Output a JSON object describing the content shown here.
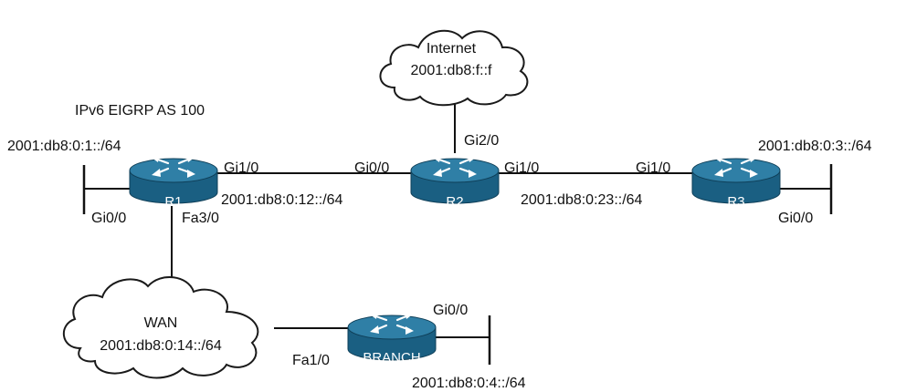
{
  "title": "IPv6 EIGRP AS 100",
  "routers": {
    "r1": {
      "label": "R1"
    },
    "r2": {
      "label": "R2"
    },
    "r3": {
      "label": "R3"
    },
    "branch": {
      "label": "BRANCH"
    }
  },
  "clouds": {
    "internet": {
      "name": "Internet",
      "address": "2001:db8:f::f"
    },
    "wan": {
      "name": "WAN",
      "address": "2001:db8:0:14::/64"
    }
  },
  "networks": {
    "r1_lan": "2001:db8:0:1::/64",
    "r1_r2": "2001:db8:0:12::/64",
    "r2_r3": "2001:db8:0:23::/64",
    "r3_lan": "2001:db8:0:3::/64",
    "branch_lan": "2001:db8:0:4::/64"
  },
  "interfaces": {
    "r1_gi1_0": "Gi1/0",
    "r1_gi0_0": "Gi0/0",
    "r1_fa3_0": "Fa3/0",
    "r2_gi0_0": "Gi0/0",
    "r2_gi1_0": "Gi1/0",
    "r2_gi2_0": "Gi2/0",
    "r3_gi1_0": "Gi1/0",
    "r3_gi0_0": "Gi0/0",
    "branch_gi0_0": "Gi0/0",
    "branch_fa1_0": "Fa1/0"
  },
  "colors": {
    "router_top": "#2f7fa6",
    "router_body": "#1a5f82",
    "router_edge": "#0f3f58",
    "line": "#111111"
  }
}
